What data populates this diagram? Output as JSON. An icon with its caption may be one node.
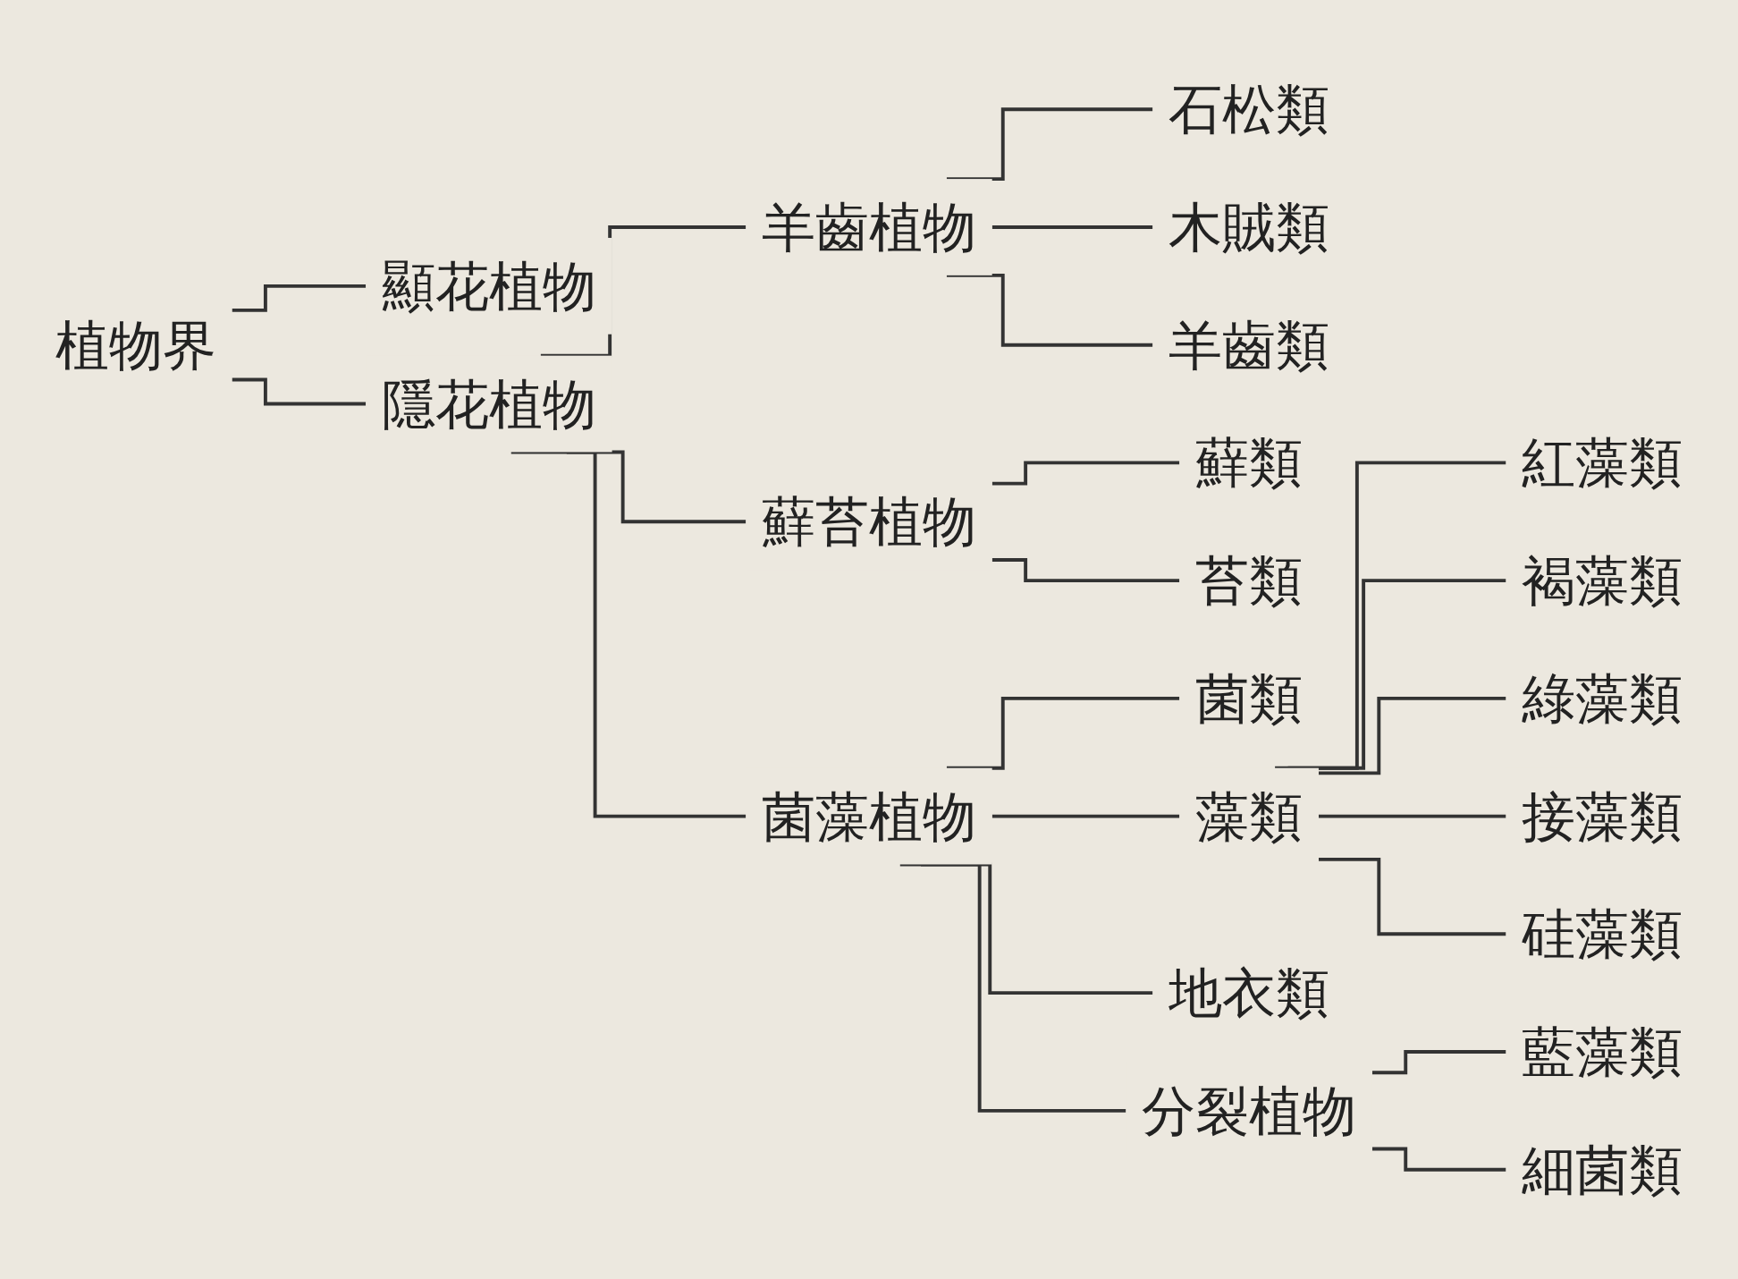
{
  "diagram": {
    "nodes": [
      {
        "text": [
          "植物界"
        ]
      },
      {
        "text": [
          "顯花植物"
        ]
      },
      {
        "text": [
          "隱花植物"
        ]
      },
      {
        "text": [
          "羊齒植物"
        ]
      },
      {
        "text": [
          "石松類"
        ]
      },
      {
        "text": [
          "木賊類"
        ]
      },
      {
        "text": [
          "羊齒類"
        ]
      },
      {
        "text": [
          "蘚苔植物"
        ]
      },
      {
        "text": [
          "蘚類"
        ]
      },
      {
        "text": [
          "苔類"
        ]
      },
      {
        "text": [
          "菌藻植物"
        ]
      },
      {
        "text": [
          "菌類"
        ]
      },
      {
        "text": [
          "藻類"
        ]
      },
      {
        "text": [
          "紅藻類"
        ]
      },
      {
        "text": [
          "褐藻類"
        ]
      },
      {
        "text": [
          "綠藻類"
        ]
      },
      {
        "text": [
          "接藻類"
        ]
      },
      {
        "text": [
          "硅藻類"
        ]
      },
      {
        "text": [
          "地衣類"
        ]
      },
      {
        "text": [
          "分裂植物"
        ]
      },
      {
        "text": [
          "藍藻類"
        ]
      },
      {
        "text": [
          "細菌類"
        ]
      }
    ],
    "edges": [
      {
        "from": 0,
        "to": 1,
        "arrow": "none"
      },
      {
        "from": 0,
        "to": 2,
        "arrow": "none"
      },
      {
        "from": 2,
        "to": 3,
        "arrow": "none"
      },
      {
        "from": 2,
        "to": 7,
        "arrow": "none"
      },
      {
        "from": 2,
        "to": 10,
        "arrow": "none"
      },
      {
        "from": 3,
        "to": 4,
        "arrow": "none"
      },
      {
        "from": 3,
        "to": 5,
        "arrow": "none"
      },
      {
        "from": 3,
        "to": 6,
        "arrow": "none"
      },
      {
        "from": 7,
        "to": 8,
        "arrow": "none"
      },
      {
        "from": 7,
        "to": 9,
        "arrow": "none"
      },
      {
        "from": 10,
        "to": 11,
        "arrow": "none"
      },
      {
        "from": 10,
        "to": 12,
        "arrow": "none"
      },
      {
        "from": 10,
        "to": 18,
        "arrow": "none"
      },
      {
        "from": 10,
        "to": 19,
        "arrow": "none"
      },
      {
        "from": 12,
        "to": 13,
        "arrow": "none"
      },
      {
        "from": 12,
        "to": 14,
        "arrow": "none"
      },
      {
        "from": 12,
        "to": 15,
        "arrow": "none"
      },
      {
        "from": 12,
        "to": 16,
        "arrow": "none"
      },
      {
        "from": 12,
        "to": 17,
        "arrow": "none"
      },
      {
        "from": 19,
        "to": 20,
        "arrow": "none"
      },
      {
        "from": 19,
        "to": 21,
        "arrow": "none"
      }
    ]
  }
}
